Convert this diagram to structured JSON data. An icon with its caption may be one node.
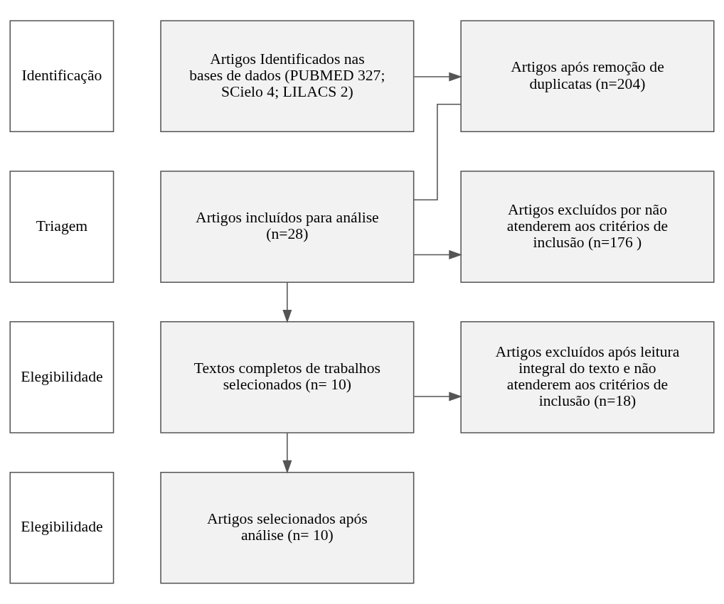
{
  "diagram": {
    "nodes": [
      {
        "text": [
          "Identificação"
        ]
      },
      {
        "text": [
          "Artigos Identificados nas bases de dados (PUBMED 327; SCielo 4; LILACS 2)"
        ]
      },
      {
        "text": [
          "Artigos após remoção de duplicatas (n=204)"
        ]
      },
      {
        "text": [
          "Triagem"
        ]
      },
      {
        "text": [
          "Artigos incluídos para análise (n=28)"
        ]
      },
      {
        "text": [
          "Artigos excluídos por não atenderem aos critérios de inclusão (n=176 )"
        ]
      },
      {
        "text": [
          "Elegibilidade"
        ]
      },
      {
        "text": [
          "Textos completos de trabalhos selecionados (n= 10)"
        ]
      },
      {
        "text": [
          "Artigos excluídos após leitura integral do texto e não atenderem aos critérios de inclusão (n=18)"
        ]
      },
      {
        "text": [
          "Elegibilidade"
        ]
      },
      {
        "text": [
          "Artigos selecionados após análise (n= 10)"
        ]
      }
    ],
    "edges": [
      {
        "from": 1,
        "to": 2,
        "arrow": "to"
      },
      {
        "from": 2,
        "to": 4,
        "arrow": "none"
      },
      {
        "from": 4,
        "to": 5,
        "arrow": "to"
      },
      {
        "from": 4,
        "to": 7,
        "arrow": "to"
      },
      {
        "from": 7,
        "to": 8,
        "arrow": "to"
      },
      {
        "from": 7,
        "to": 10,
        "arrow": "to"
      }
    ]
  }
}
